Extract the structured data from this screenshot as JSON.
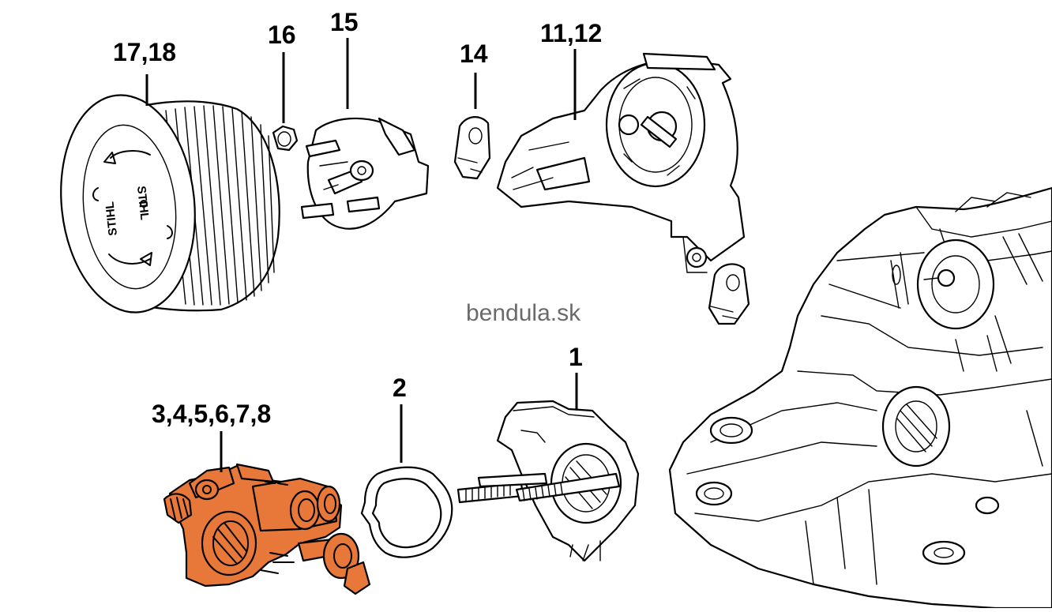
{
  "watermark": "bendula.sk",
  "colors": {
    "highlight": "#E8783A",
    "line": "#000000",
    "background": "#FFFFFF"
  },
  "callouts": {
    "air_filter": "17,18",
    "nut": "16",
    "baffle": "15",
    "lug": "14",
    "shroud": "11,12",
    "manifold": "1",
    "gasket": "2",
    "carburetor": "3,4,5,6,7,8"
  },
  "filter_brand": "STIHL"
}
